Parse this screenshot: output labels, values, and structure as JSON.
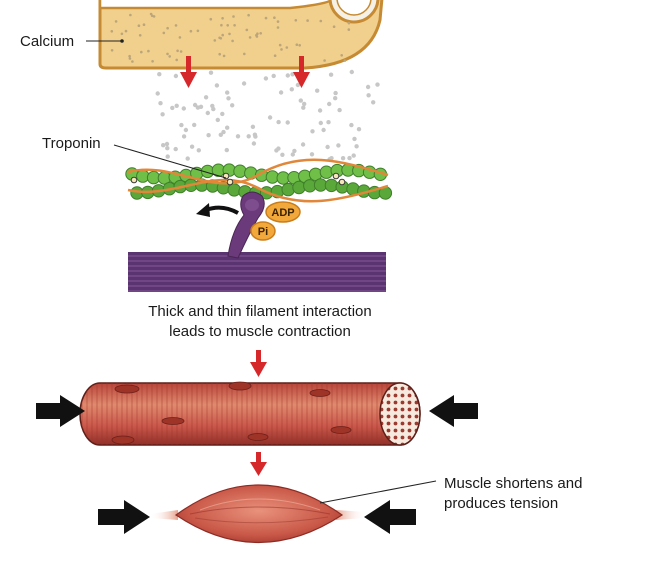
{
  "labels": {
    "calcium": "Calcium",
    "troponin": "Troponin",
    "adp": "ADP",
    "pi": "Pi",
    "interaction_line1": "Thick and thin filament interaction",
    "interaction_line2": "leads to muscle contraction",
    "shortens_line1": "Muscle shortens and",
    "shortens_line2": "produces tension"
  },
  "colors": {
    "sr_fill": "#f1cf8c",
    "sr_outline": "#c68a33",
    "calcium_dot": "#bdbdbd",
    "actin_green": "#5fae3c",
    "tropomyosin": "#e0873a",
    "myosin_purple": "#6b3a7a",
    "thick_filament": "#5a3470",
    "adp_pi_fill": "#f3a83c",
    "arrow_red": "#d6282b",
    "muscle_red": "#c2473c",
    "black_arrow": "#111111"
  },
  "icons": {
    "calcium_release_arrow": "down-arrow-red",
    "power_stroke_arrow": "curved-arrow",
    "compression_arrow": "thick-black-arrow"
  }
}
